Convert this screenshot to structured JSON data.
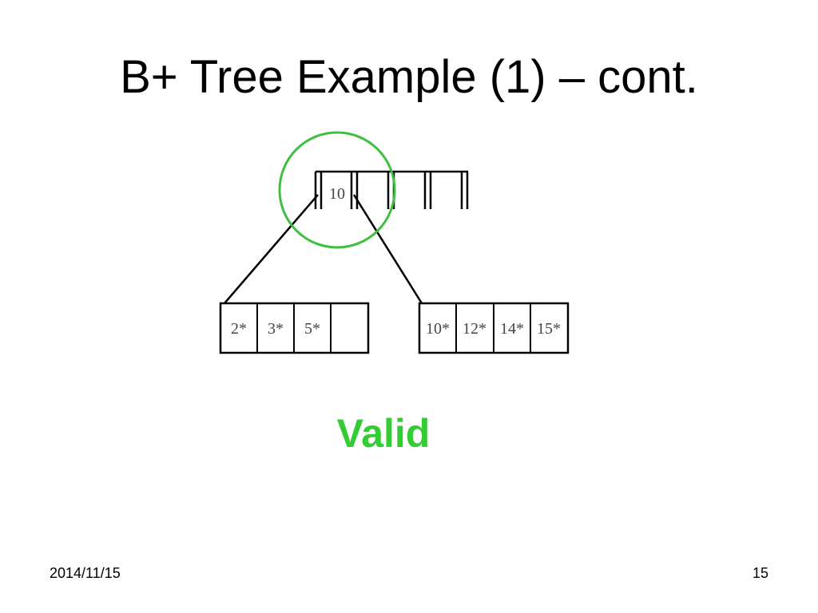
{
  "slide": {
    "title": "B+ Tree Example (1) – cont.",
    "status_label": "Valid",
    "date": "2014/11/15",
    "page_number": "15"
  },
  "tree": {
    "root": {
      "keys": [
        "10",
        "",
        "",
        ""
      ]
    },
    "leaves": [
      {
        "entries": [
          "2*",
          "3*",
          "5*",
          ""
        ]
      },
      {
        "entries": [
          "10*",
          "12*",
          "14*",
          "15*"
        ]
      }
    ]
  },
  "colors": {
    "highlight": "#3fbf3f",
    "status": "#33cc33",
    "node_stroke": "#000000",
    "node_text": "#444444"
  }
}
